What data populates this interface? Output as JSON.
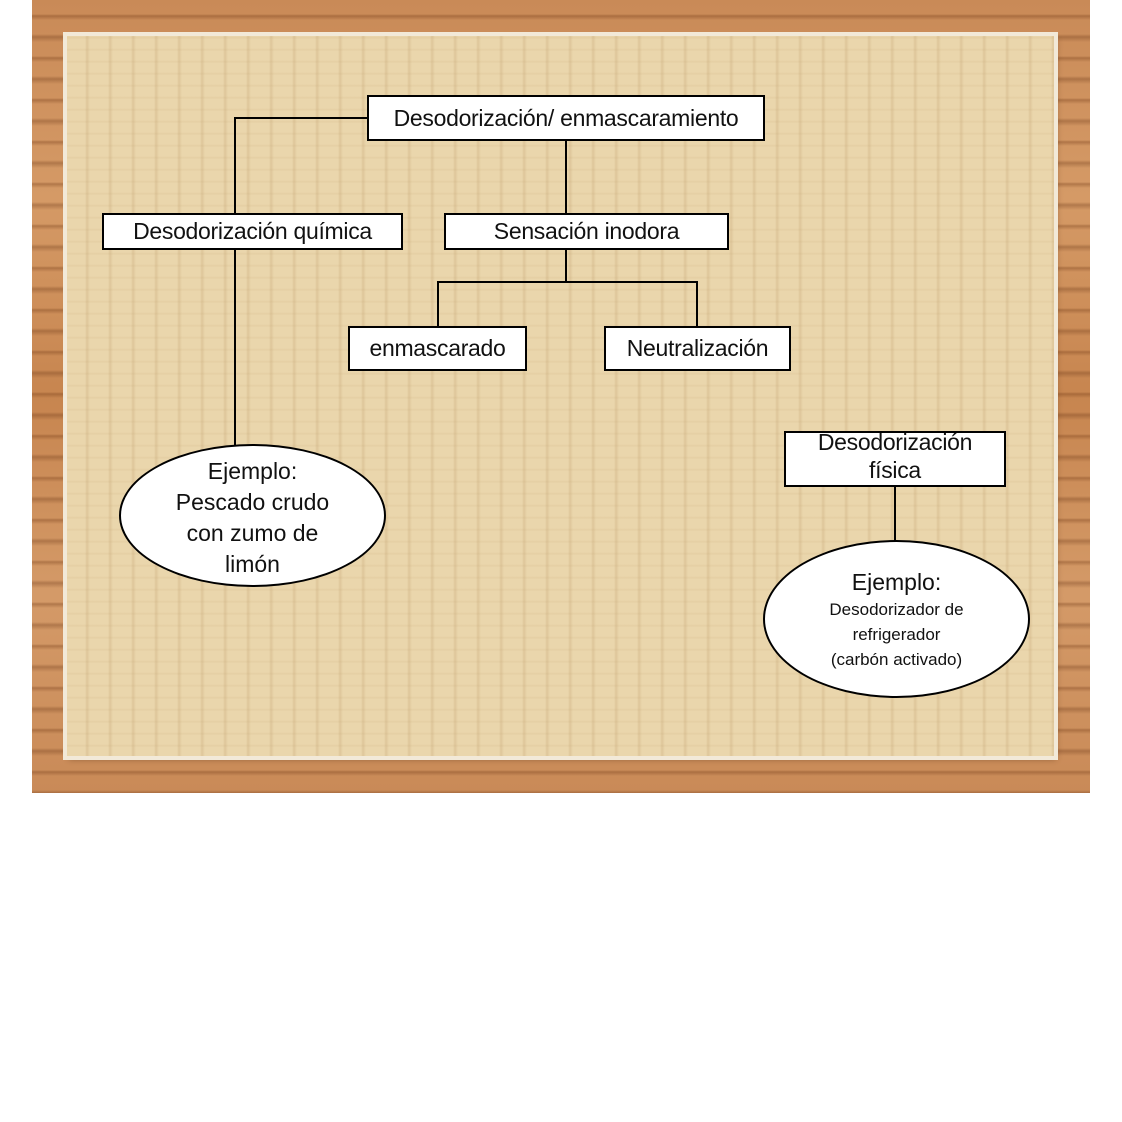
{
  "diagram": {
    "root": "Desodorización/ enmascaramiento",
    "chemical": "Desodorización química",
    "odorless": "Sensación inodora",
    "masked": "enmascarado",
    "neutralization": "Neutralización",
    "physical_line1": "Desodorización",
    "physical_line2": "física",
    "example_left": {
      "line1": "Ejemplo:",
      "line2": "Pescado crudo",
      "line3": "con zumo de",
      "line4": "limón"
    },
    "example_right": {
      "line1": "Ejemplo:",
      "line2": "Desodorizador de",
      "line3": "refrigerador",
      "line4": "(carbón activado)"
    }
  },
  "colors": {
    "wood": "#c98a57",
    "paper": "#ead6ac",
    "box_fill": "#ffffff",
    "stroke": "#000000"
  }
}
